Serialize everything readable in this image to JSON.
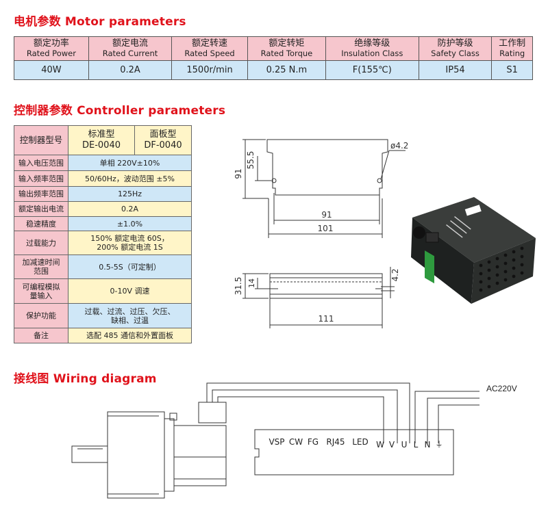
{
  "motor_section": {
    "title": "电机参数 Motor parameters",
    "headers": [
      {
        "zh": "额定功率",
        "en": "Rated Power"
      },
      {
        "zh": "额定电流",
        "en": "Rated Current"
      },
      {
        "zh": "额定转速",
        "en": "Rated Speed"
      },
      {
        "zh": "额定转矩",
        "en": "Rated Torque"
      },
      {
        "zh": "绝缘等级",
        "en": "Insulation Class"
      },
      {
        "zh": "防护等级",
        "en": "Safety Class"
      },
      {
        "zh": "工作制",
        "en": "Rating"
      }
    ],
    "values": [
      "40W",
      "0.2A",
      "1500r/min",
      "0.25 N.m",
      "F(155℃)",
      "IP54",
      "S1"
    ]
  },
  "controller_section": {
    "title": "控制器参数 Controller parameters",
    "header": {
      "label": "控制器型号",
      "col1_line1": "标准型",
      "col1_line2": "DE-0040",
      "col2_line1": "面板型",
      "col2_line2": "DF-0040"
    },
    "rows": [
      {
        "label": "输入电压范围",
        "value": "单相 220V±10%"
      },
      {
        "label": "输入频率范围",
        "value": "50/60Hz，波动范围 ±5%"
      },
      {
        "label": "输出频率范围",
        "value": "125Hz"
      },
      {
        "label": "额定输出电流",
        "value": "0.2A"
      },
      {
        "label": "稳速精度",
        "value": "±1.0%"
      },
      {
        "label": "过载能力",
        "value": "150% 额定电流 60S，",
        "value2": "200% 额定电流 1S"
      },
      {
        "label": "加减速时间",
        "label2": "范围",
        "value": "0.5-5S（可定制）"
      },
      {
        "label": "可编程模拟",
        "label2": "量输入",
        "value": "0-10V 调速"
      },
      {
        "label": "保护功能",
        "value": "过载、过流、过压、欠压、",
        "value2": "缺相、过温"
      },
      {
        "label": "备注",
        "value": "选配 485 通信和外置面板"
      }
    ]
  },
  "drawing": {
    "dim_91_h": "91",
    "dim_55_5": "55.5",
    "dim_hole": "ø4.2",
    "dim_91_w": "91",
    "dim_101": "101",
    "dim_31_5": "31.5",
    "dim_14": "14",
    "dim_4_2": "4.2",
    "dim_111": "111"
  },
  "wiring_section": {
    "title": "接线图 Wiring diagram",
    "supply_label": "AC220V",
    "terminals": [
      "VSP",
      "CW",
      "FG",
      "RJ45",
      "LED",
      "W",
      "V",
      "U",
      "L",
      "N",
      "⏚"
    ]
  },
  "colors": {
    "accent": "#e0121b",
    "header_pink": "#f6c6cd",
    "cell_blue": "#cfe7f7",
    "cell_yellow": "#fff5c8"
  }
}
